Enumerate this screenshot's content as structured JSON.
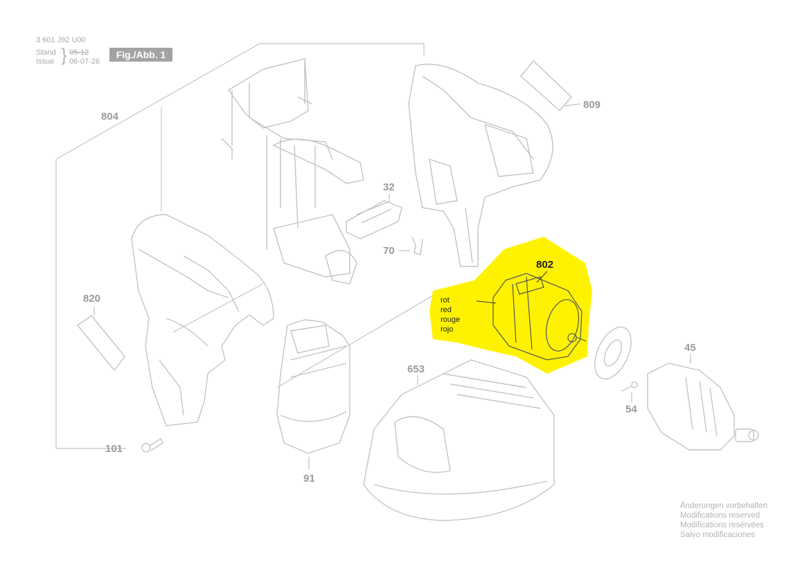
{
  "header": {
    "doc_number": "3 601 J92 U00",
    "stand_label": "Stand",
    "stand_value": "05-12",
    "issue_label": "Issue",
    "issue_value": "06-07-26",
    "figure_badge": "Fig./Abb. 1"
  },
  "parts": {
    "p804": "804",
    "p809": "809",
    "p32": "32",
    "p70": "70",
    "p802": "802",
    "p820": "820",
    "p45": "45",
    "p653": "653",
    "p54": "54",
    "p101": "101",
    "p91": "91"
  },
  "wire_colors": [
    "rot",
    "red",
    "rouge",
    "rojo"
  ],
  "disclaimer": [
    "Änderungen vorbehalten",
    "Modifications reserved",
    "Modifications resérvées",
    "Salvo modificaciones"
  ],
  "colors": {
    "highlight": "#fff200",
    "line": "#c6c6c6",
    "label": "#9a9a9a"
  }
}
